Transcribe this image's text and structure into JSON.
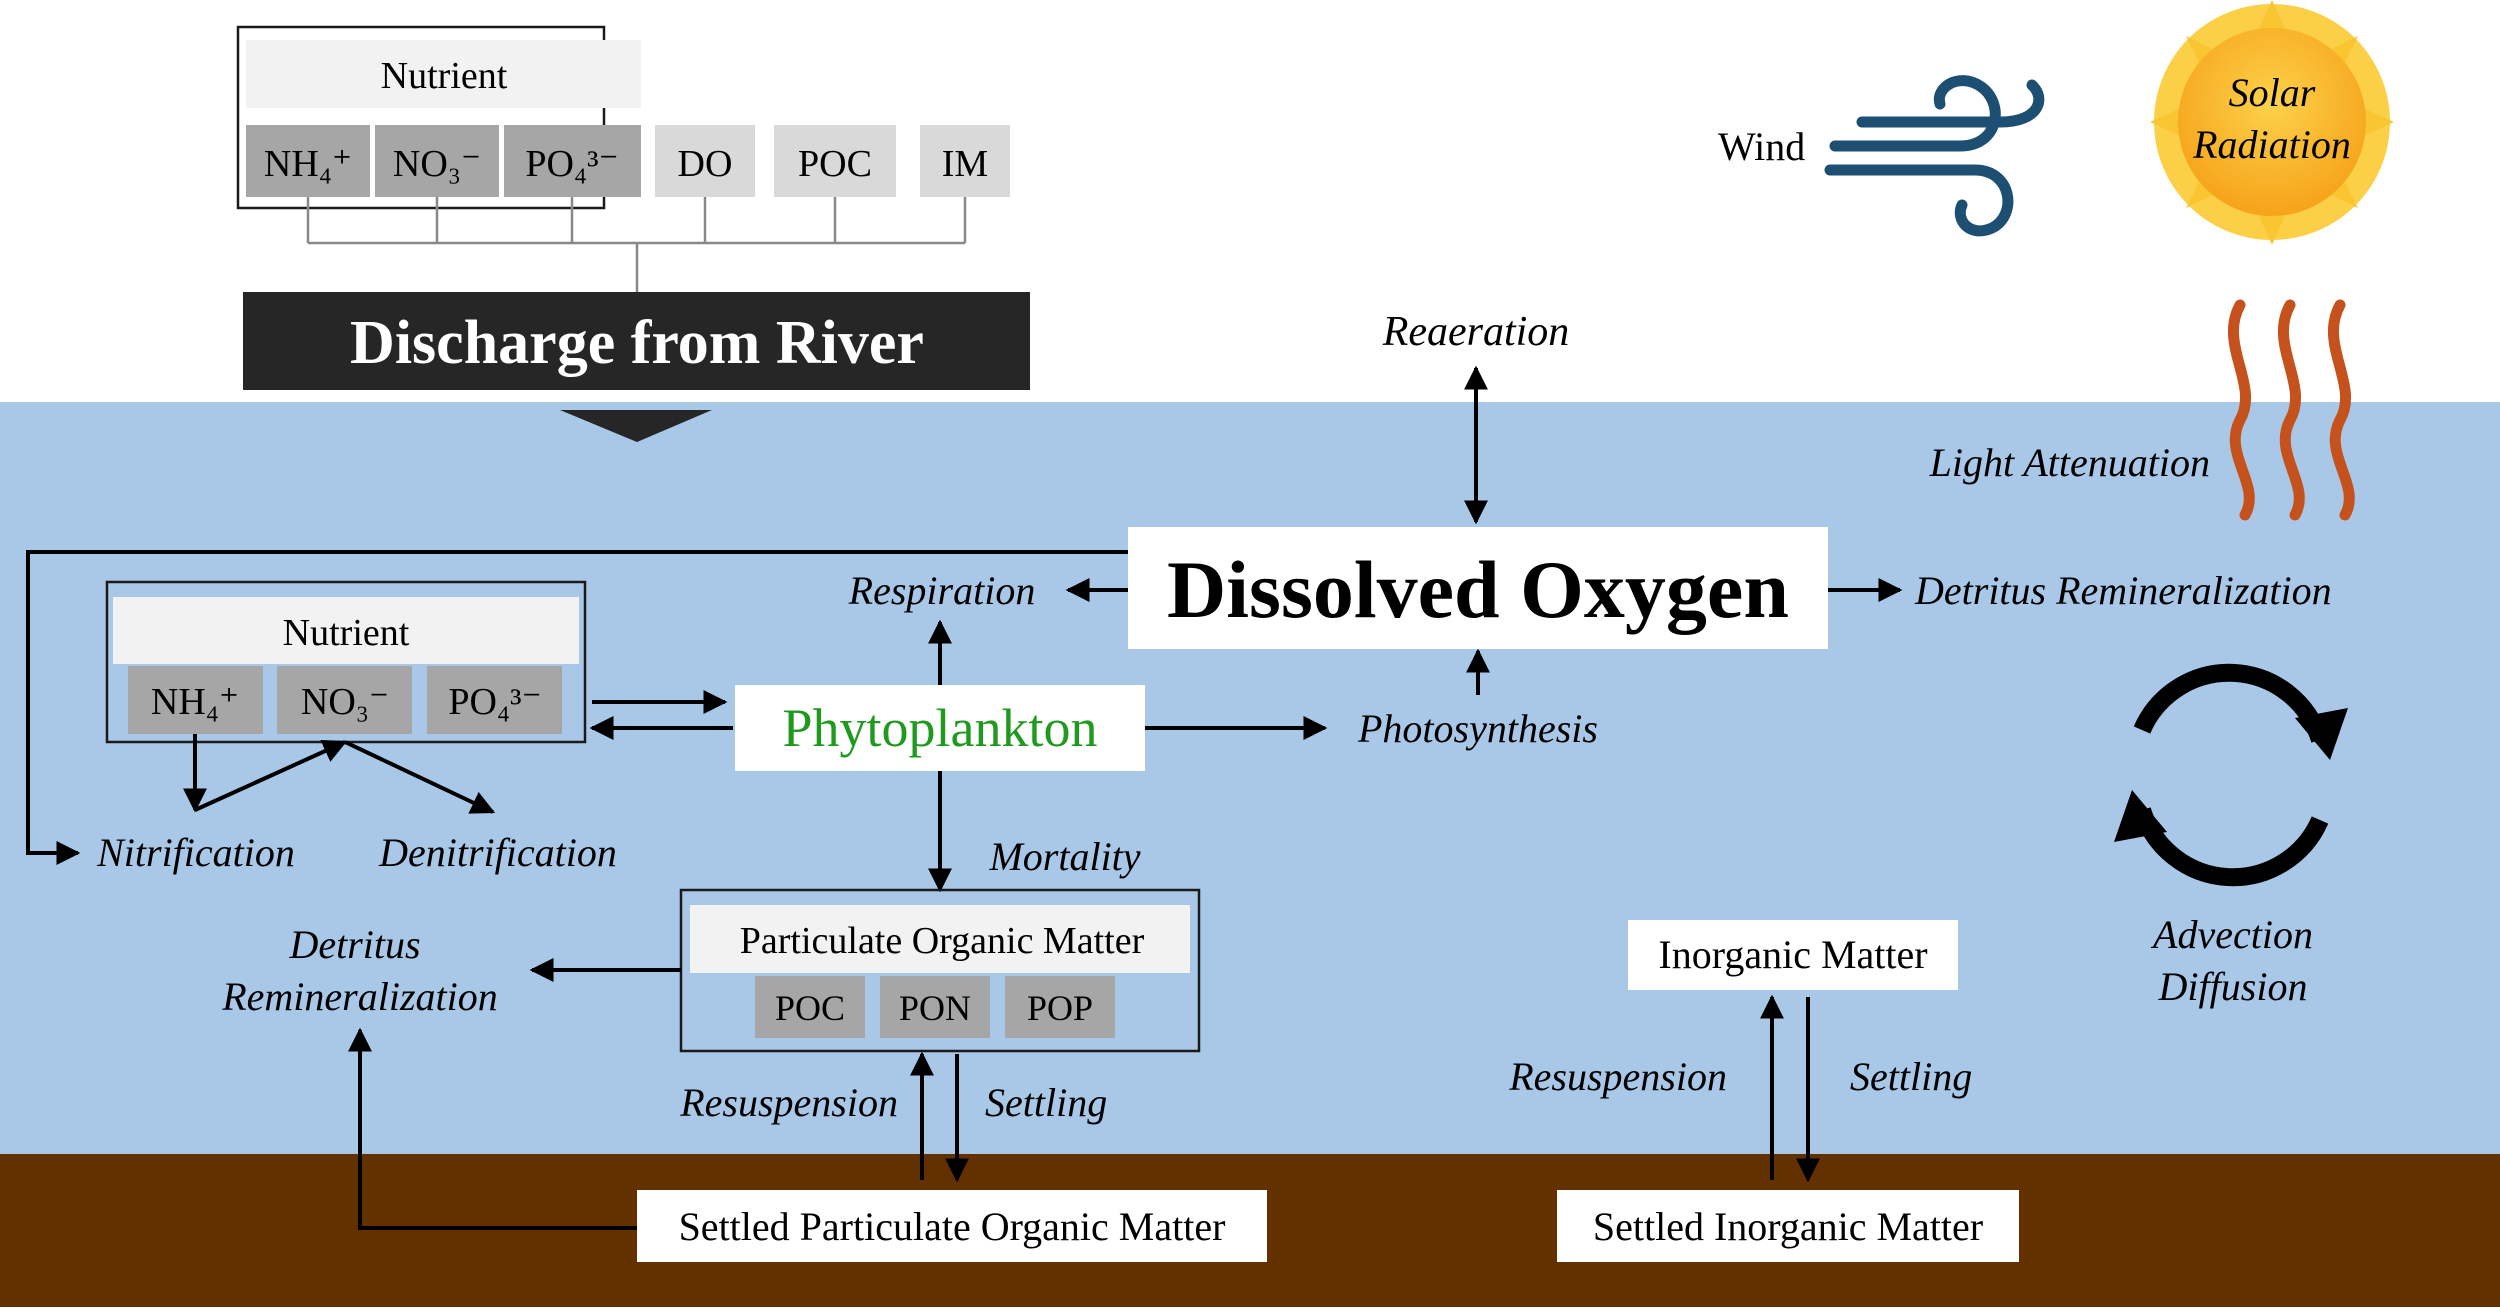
{
  "colors": {
    "water": "#a9c8e8",
    "sediment": "#633100",
    "banner": "#262626",
    "phyto_text": "#1f9a1f",
    "wind_icon": "#1d4f73",
    "heat_waves": "#c5521d",
    "sun_outer": "#f9c531",
    "sun_inner": "#f6a81e",
    "box_light": "#d9d9d9",
    "box_header": "#f2f2f2",
    "box_dark": "#a6a6a6",
    "box_mid": "#bfbfbf"
  },
  "river": {
    "nutrient_label": "Nutrient",
    "nh4": "NH₄⁺",
    "no3": "NO₃⁻",
    "po4": "PO₄³⁻",
    "do": "DO",
    "poc": "POC",
    "im": "IM",
    "banner": "Discharge from River"
  },
  "weather": {
    "wind": "Wind",
    "solar_line1": "Solar",
    "solar_line2": "Radiation",
    "light_attenuation": "Light Attenuation",
    "reaeration": "Reaeration"
  },
  "center": {
    "dissolved_oxygen": "Dissolved Oxygen",
    "respiration": "Respiration",
    "detritus_remin_right": "Detritus Remineralization",
    "phytoplankton": "Phytoplankton",
    "photosynthesis": "Photosynthesis",
    "mortality": "Mortality"
  },
  "water_nutrient": {
    "label": "Nutrient",
    "nh4": "NH₄⁺",
    "no3": "NO₃⁻",
    "po4": "PO₄³⁻",
    "nitrification": "Nitrification",
    "denitrification": "Denitrification"
  },
  "pom": {
    "label": "Particulate Organic Matter",
    "poc": "POC",
    "pon": "PON",
    "pop": "POP",
    "detritus_line1": "Detritus",
    "detritus_line2": "Remineralization",
    "resuspension": "Resuspension",
    "settling": "Settling",
    "settled": "Settled Particulate Organic Matter"
  },
  "inorganic": {
    "label": "Inorganic Matter",
    "resuspension": "Resuspension",
    "settling": "Settling",
    "settled": "Settled Inorganic Matter"
  },
  "transport": {
    "advection": "Advection",
    "diffusion": "Diffusion"
  }
}
